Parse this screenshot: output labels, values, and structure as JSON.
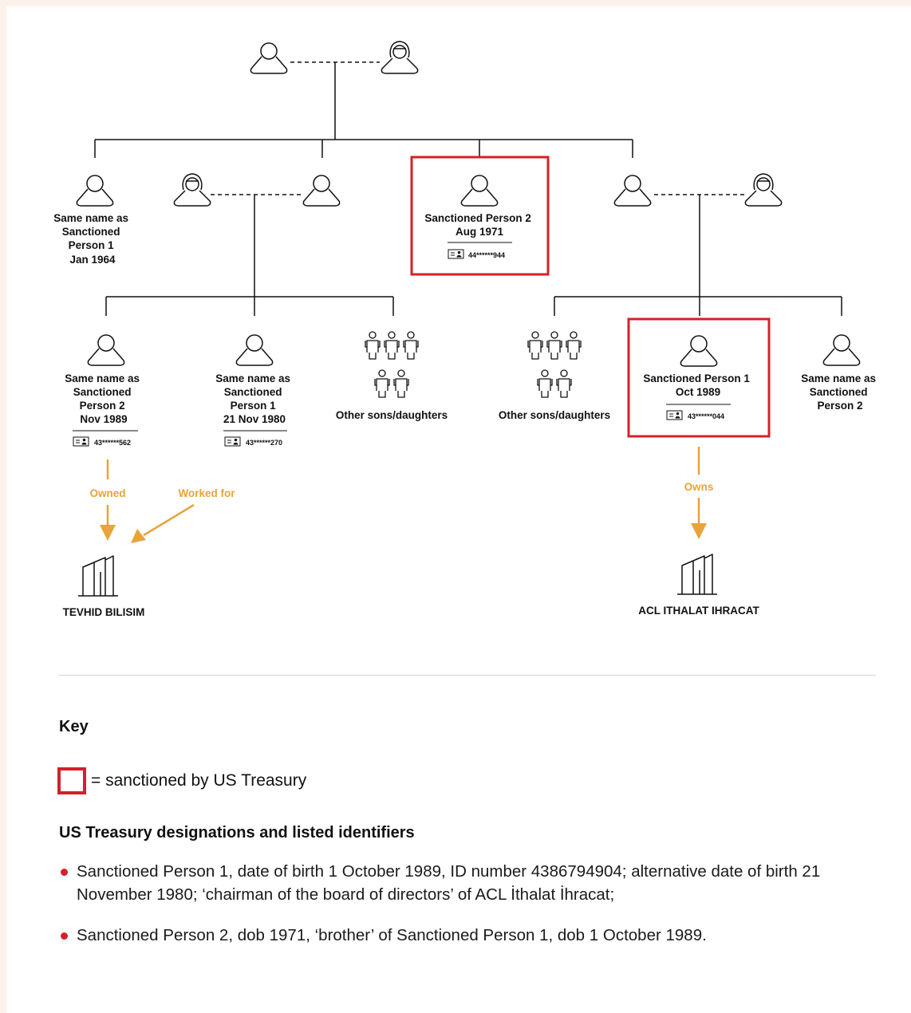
{
  "tree": {
    "people": {
      "p1": {
        "lines": [
          "Same name as",
          "Sanctioned",
          "Person 1",
          "Jan 1964"
        ]
      },
      "sp2": {
        "lines": [
          "Sanctioned Person 2",
          "Aug 1971"
        ],
        "id": "44******944"
      },
      "c1": {
        "lines": [
          "Same name as",
          "Sanctioned",
          "Person 2",
          "Nov 1989"
        ],
        "id": "43******562"
      },
      "c2": {
        "lines": [
          "Same name as",
          "Sanctioned",
          "Person 1",
          "21 Nov 1980"
        ],
        "id": "43******270"
      },
      "g1": {
        "lines": [
          "Other sons/daughters"
        ]
      },
      "g2": {
        "lines": [
          "Other sons/daughters"
        ]
      },
      "sp1": {
        "lines": [
          "Sanctioned Person 1",
          "Oct 1989"
        ],
        "id": "43******044"
      },
      "c6": {
        "lines": [
          "Same name as",
          "Sanctioned",
          "Person 2"
        ]
      }
    },
    "relations": {
      "owned": "Owned",
      "worked_for": "Worked for",
      "owns": "Owns"
    },
    "companies": {
      "left": "TEVHID BILISIM",
      "right": "ACL ITHALAT IHRACAT"
    }
  },
  "key": {
    "title": "Key",
    "sanctioned_label": "= sanctioned by US Treasury"
  },
  "designations": {
    "title": "US Treasury designations and listed identifiers",
    "items": [
      "Sanctioned Person 1, date of birth 1 October 1989, ID number 4386794904; alternative date of birth 21 November 1980; ‘chairman of the board of directors’ of ACL İthalat İhracat;",
      "Sanctioned Person 2, dob 1971, ‘brother’ of Sanctioned Person 1, dob 1 October 1989."
    ]
  },
  "colors": {
    "sanctioned": "#d4202b",
    "relation": "#e8a33a",
    "line": "#111111",
    "bullet": "#d4202b"
  }
}
